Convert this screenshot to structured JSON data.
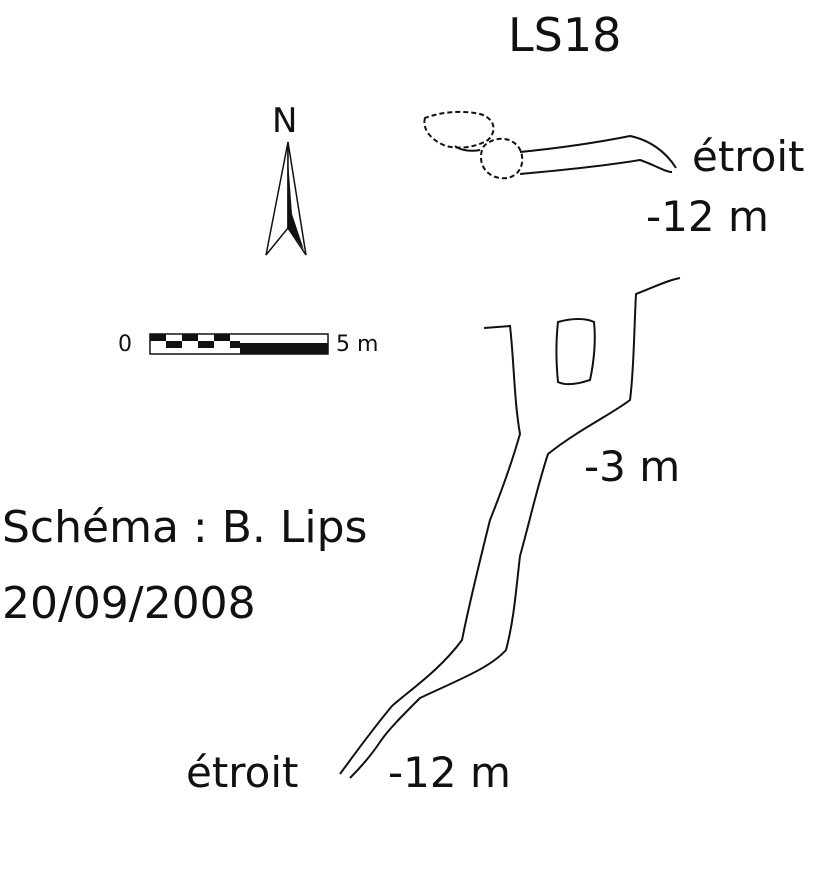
{
  "title": "LS18",
  "north_label": "N",
  "scale": {
    "start": "0",
    "end": "5 m"
  },
  "credits": {
    "author": "Schéma : B. Lips",
    "date": "20/09/2008"
  },
  "upper_passage": {
    "note": "étroit",
    "depth": "-12 m"
  },
  "lower_passage": {
    "depth_mid": "-3 m",
    "note": "étroit",
    "depth_bottom": "-12 m"
  },
  "colors": {
    "ink": "#111111",
    "background": "#ffffff"
  }
}
